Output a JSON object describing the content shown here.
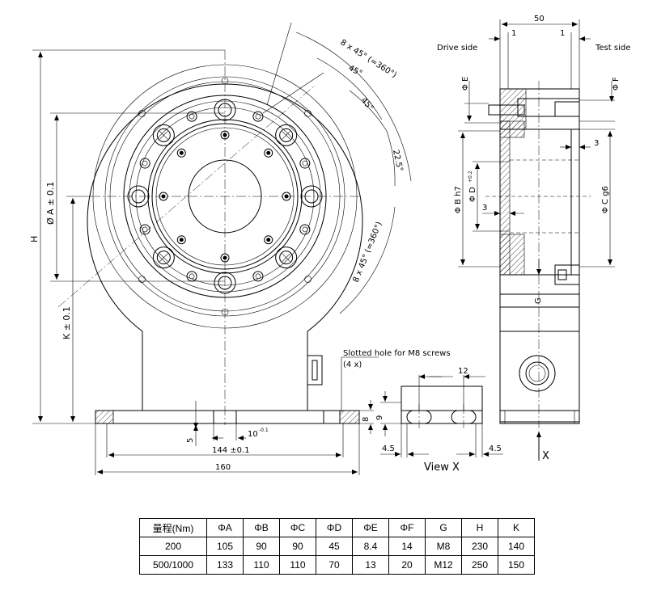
{
  "labels": {
    "drive_side": "Drive side",
    "test_side": "Test side",
    "view_x": "View X",
    "x_arrow": "X",
    "slotted_hole": "Slotted hole for M8 screws",
    "slotted_hole_qty": "(4 x)"
  },
  "dimensions": {
    "width_50": "50",
    "one_left": "1",
    "one_right": "1",
    "three_top": "3",
    "three_left": "3",
    "phi_e": "Φ E",
    "phi_f": "Φ F",
    "phi_b": "Φ B h7",
    "phi_d": "Φ D",
    "phi_d_tol": "+0.2",
    "phi_c": "Φ C g6",
    "g": "G",
    "h": "H",
    "a": "Ø A ± 0.1",
    "k": "K ± 0.1",
    "five": "5",
    "ten": "10",
    "ten_tol": "-0.1",
    "d144": "144 ±0.1",
    "d160": "160",
    "eight": "8",
    "nine": "9",
    "twelve": "12",
    "four_five_left": "4.5",
    "four_five_right": "4.5",
    "angle_8x45_top": "8 x 45° (=360°)",
    "angle_45_a": "45°",
    "angle_45_b": "45°",
    "angle_22_5": "22.5°",
    "angle_8x45_bottom": "8 x 45° (=360°)"
  },
  "table": {
    "headers": [
      "量程(Nm)",
      "ΦA",
      "ΦB",
      "ΦC",
      "ΦD",
      "ΦE",
      "ΦF",
      "G",
      "H",
      "K"
    ],
    "rows": [
      [
        "200",
        "105",
        "90",
        "90",
        "45",
        "8.4",
        "14",
        "M8",
        "230",
        "140"
      ],
      [
        "500/1000",
        "133",
        "110",
        "110",
        "70",
        "13",
        "20",
        "M12",
        "250",
        "150"
      ]
    ]
  }
}
